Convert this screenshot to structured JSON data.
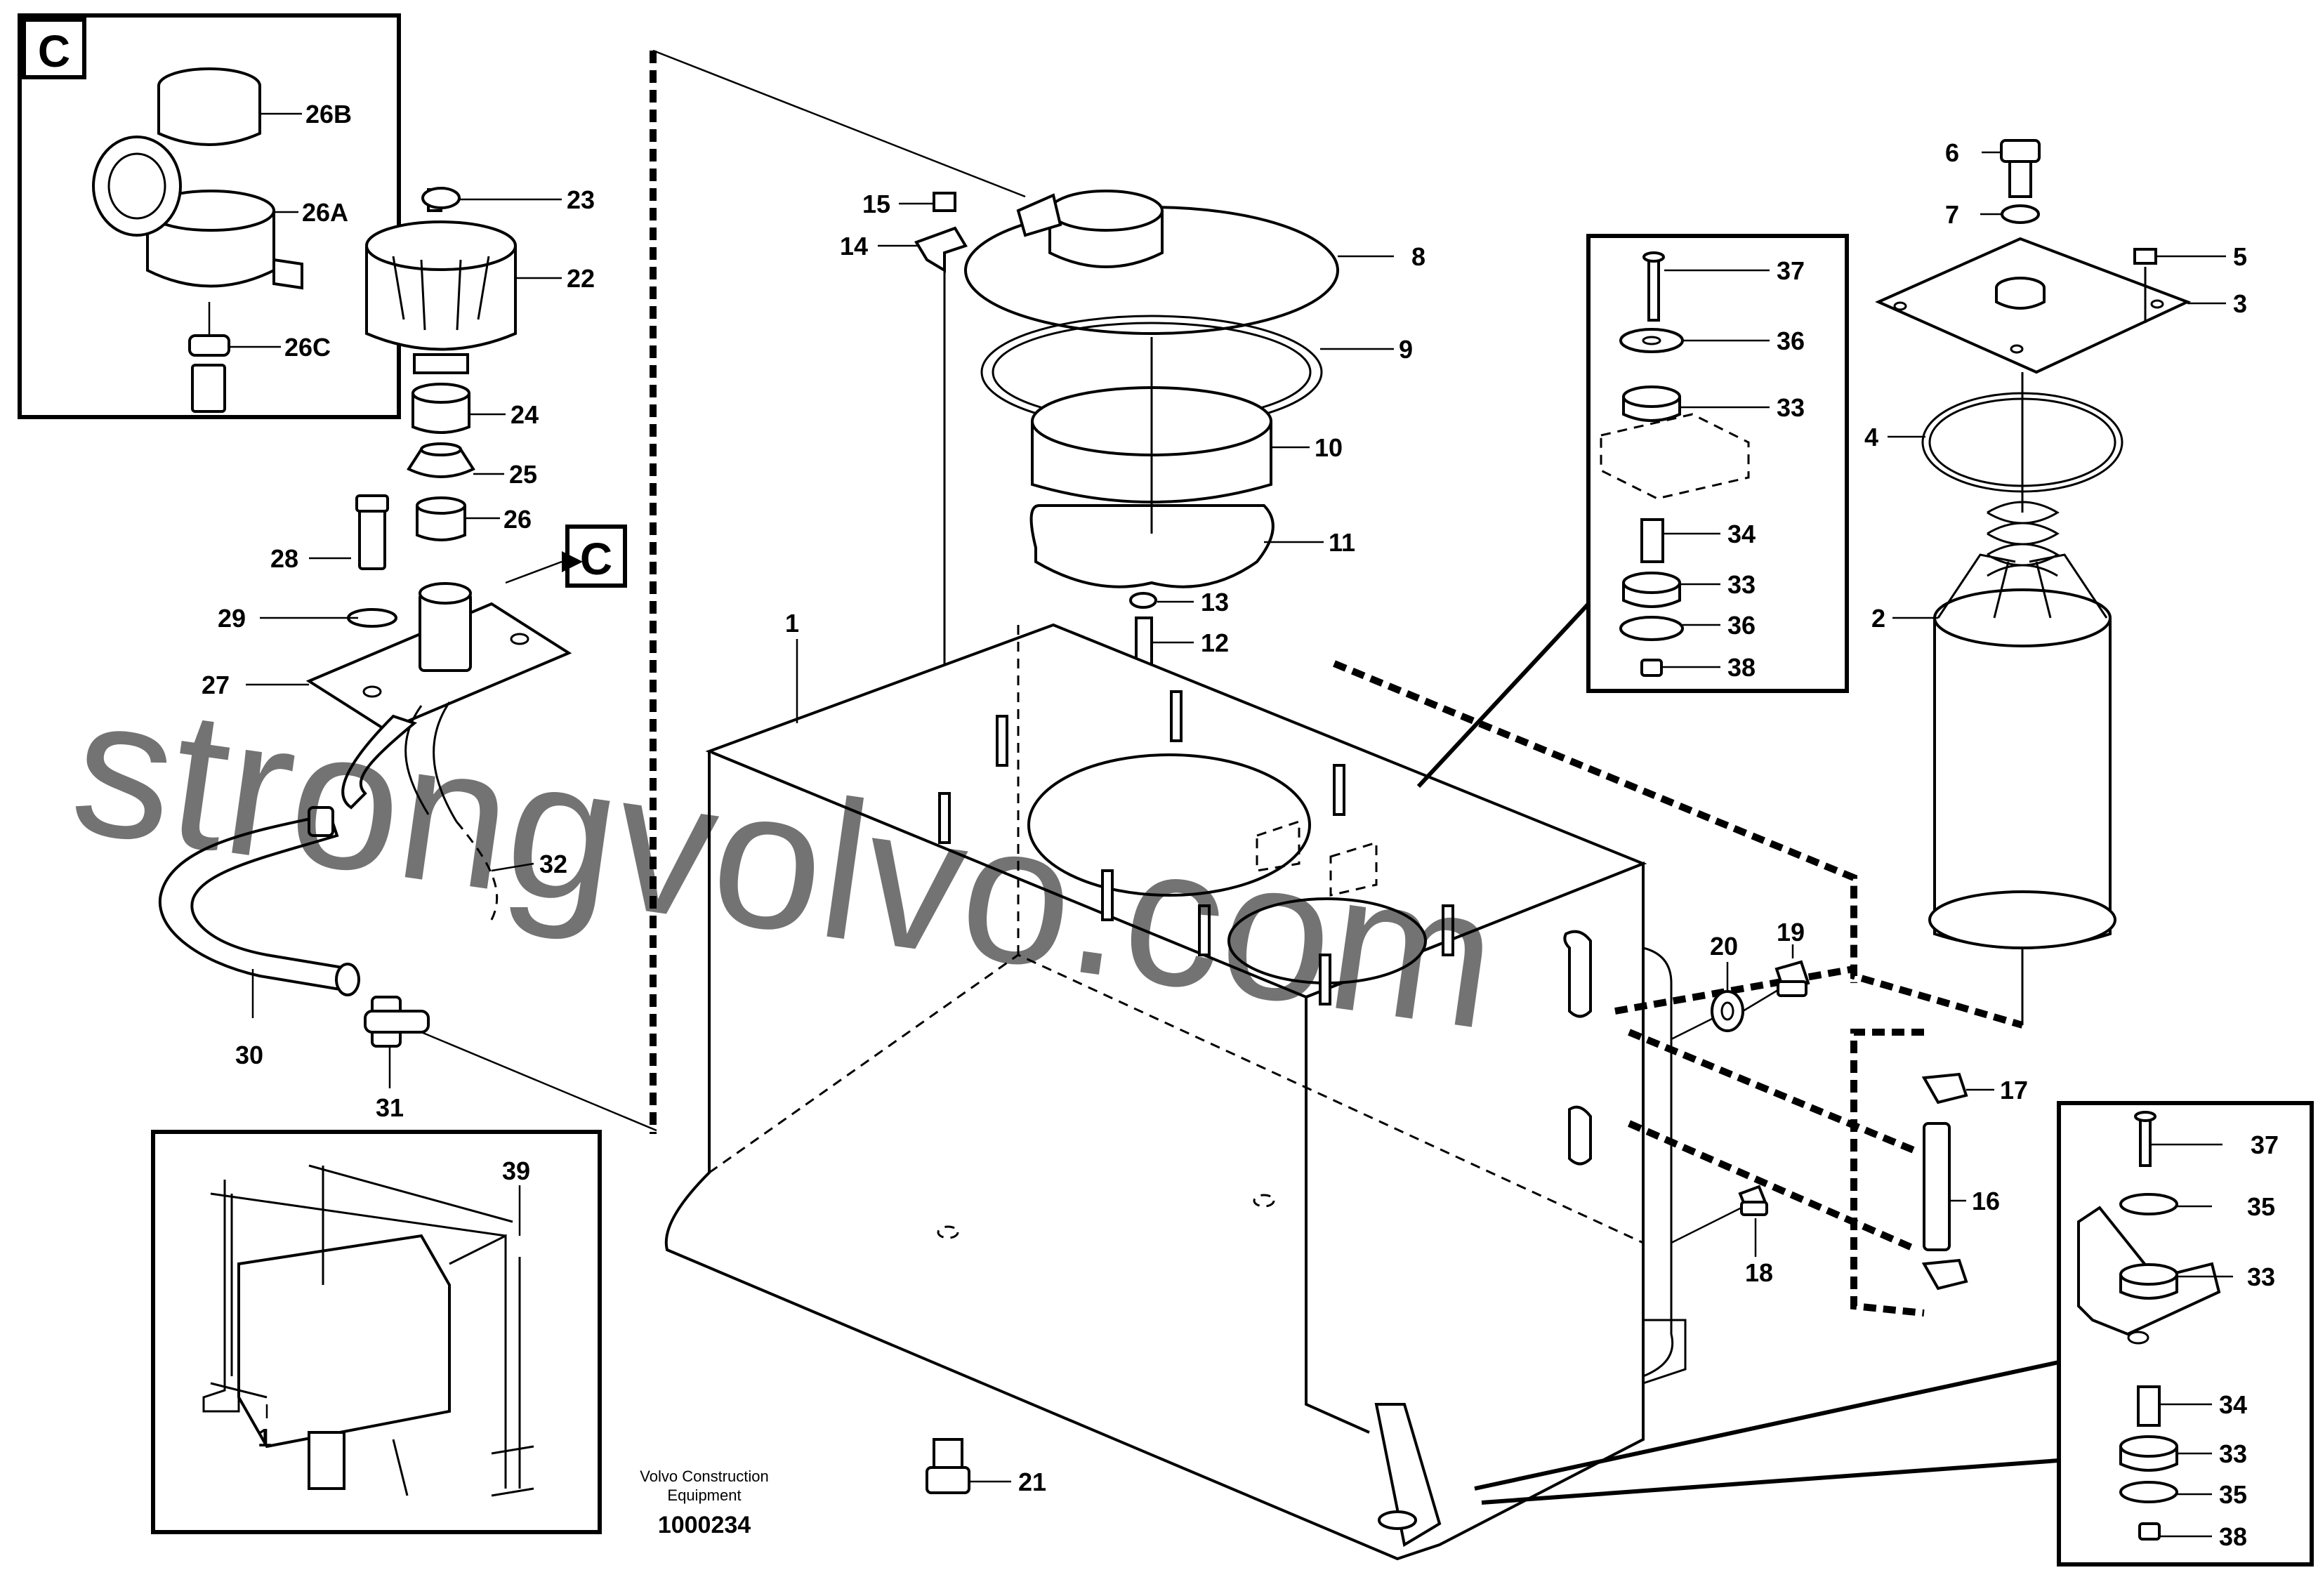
{
  "watermark": "strongvolvo.com",
  "brand": {
    "line1": "Volvo Construction",
    "line2": "Equipment"
  },
  "drawing_number": "1000234",
  "detail_label": "C",
  "callouts": {
    "c1": "1",
    "c2": "2",
    "c3": "3",
    "c4": "4",
    "c5": "5",
    "c6": "6",
    "c7": "7",
    "c8": "8",
    "c9": "9",
    "c10": "10",
    "c11": "11",
    "c12": "12",
    "c13": "13",
    "c14": "14",
    "c15": "15",
    "c16": "16",
    "c17": "17",
    "c18": "18",
    "c19": "19",
    "c20": "20",
    "c21": "21",
    "c22": "22",
    "c23": "23",
    "c24": "24",
    "c25": "25",
    "c26": "26",
    "c26A": "26A",
    "c26B": "26B",
    "c26C": "26C",
    "c27": "27",
    "c28": "28",
    "c29": "29",
    "c30": "30",
    "c31": "31",
    "c32": "32",
    "c33": "33",
    "c34": "34",
    "c35": "35",
    "c36": "36",
    "c37": "37",
    "c38": "38",
    "c39": "39"
  }
}
